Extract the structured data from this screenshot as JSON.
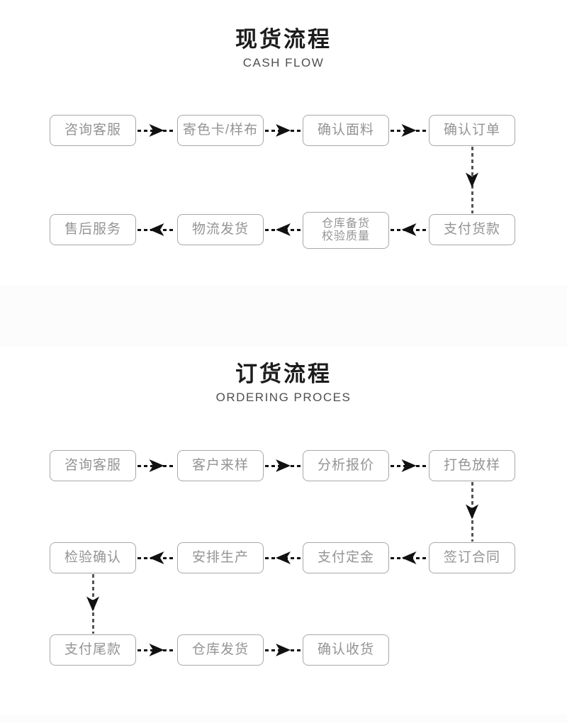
{
  "colors": {
    "page_bg": "#ffffff",
    "band": "#fcfcfc",
    "title": "#1c1c1c",
    "subtitle": "#4f4f4f",
    "box_border": "#a8a8a8",
    "box_text": "#949494",
    "arrow": "#111111",
    "varrow": "#555555"
  },
  "flow1": {
    "title": "现货流程",
    "subtitle": "CASH FLOW",
    "nodes": {
      "consult": "咨询客服",
      "sample_card": "寄色卡/样布",
      "confirm_fabric": "确认面料",
      "confirm_order": "确认订单",
      "pay_goods": "支付货款",
      "warehouse_line1": "仓库备货",
      "warehouse_line2": "校验质量",
      "logistics": "物流发货",
      "after_sales": "售后服务"
    }
  },
  "flow2": {
    "title": "订货流程",
    "subtitle": "ORDERING PROCES",
    "nodes": {
      "consult": "咨询客服",
      "customer_sample": "客户来样",
      "quote": "分析报价",
      "color_proof": "打色放样",
      "sign_contract": "签订合同",
      "pay_deposit": "支付定金",
      "production": "安排生产",
      "inspection": "检验确认",
      "pay_balance": "支付尾款",
      "warehouse_ship": "仓库发货",
      "confirm_receipt": "确认收货"
    }
  }
}
